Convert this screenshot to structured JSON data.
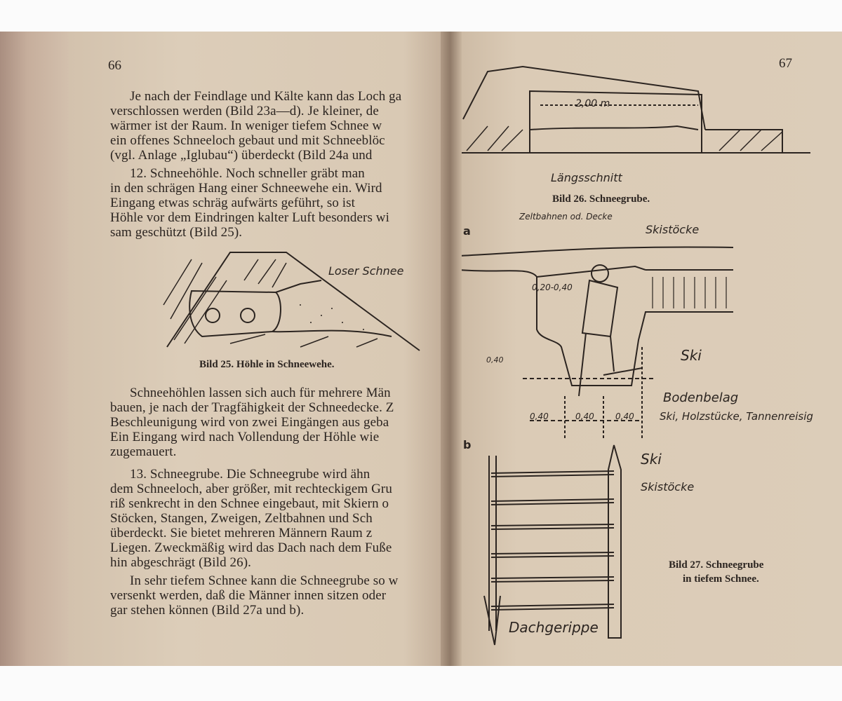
{
  "left_page": {
    "page_number": "66",
    "lines_a": [
      "Je nach der Feindlage und Kälte kann das Loch ga",
      "verschlossen werden (Bild 23a—d). Je kleiner, de",
      "wärmer ist der Raum. In weniger tiefem Schnee w",
      "ein offenes Schneeloch gebaut und mit Schneeblöc",
      "(vgl. Anlage „Iglubau“) überdeckt (Bild 24a und"
    ],
    "lines_b": [
      "12. Schneehöhle. Noch schneller gräbt man",
      "in den schrägen Hang einer Schneewehe ein. Wird",
      "Eingang etwas schräg aufwärts geführt, so ist",
      "Höhle vor dem Eindringen kalter Luft besonders wi",
      "sam geschützt (Bild 25)."
    ],
    "figure25": {
      "label": "Loser Schnee",
      "caption": "Bild 25. Höhle in Schneewehe."
    },
    "lines_c": [
      "Schneehöhlen lassen sich auch für mehrere Män",
      "bauen, je nach der Tragfähigkeit der Schneedecke. Z",
      "Beschleunigung wird von zwei Eingängen aus geba",
      "Ein Eingang wird nach Vollendung der Höhle wie",
      "zugemauert."
    ],
    "lines_d": [
      "13. Schneegrube. Die Schneegrube wird ähn",
      "dem Schneeloch, aber größer, mit rechteckigem Gru",
      "riß senkrecht in den Schnee eingebaut, mit Skiern o",
      "Stöcken, Stangen, Zweigen, Zeltbahnen und Sch",
      "überdeckt. Sie bietet mehreren Männern Raum z",
      "Liegen. Zweckmäßig wird das Dach nach dem Fuße",
      "hin abgeschrägt (Bild 26)."
    ],
    "lines_e": [
      "In sehr tiefem Schnee kann die Schneegrube so w",
      "versenkt werden, daß die Männer innen sitzen oder",
      "gar stehen können (Bild 27a und b)."
    ]
  },
  "right_page": {
    "page_number": "67",
    "figure26": {
      "dimension": "2,00 m",
      "label": "Längsschnitt",
      "caption": "Bild 26. Schneegrube."
    },
    "figure27a": {
      "marker": "a",
      "labels": {
        "cover": "Zeltbahnen od. Decke",
        "poles": "Skistöcke",
        "height": "0,20-0,40",
        "depth": "0,40",
        "ski": "Ski",
        "floor": "Bodenbelag",
        "floor_materials": "Ski, Holzstücke, Tannenreisig",
        "widths": [
          "0,40",
          "0,40",
          "0,40"
        ]
      }
    },
    "figure27b": {
      "marker": "b",
      "labels": {
        "ski": "Ski",
        "poles": "Skistöcke",
        "frame": "Dachgerippe"
      }
    },
    "caption27": [
      "Bild 27. Schneegrube",
      "in tiefem Schnee."
    ]
  }
}
